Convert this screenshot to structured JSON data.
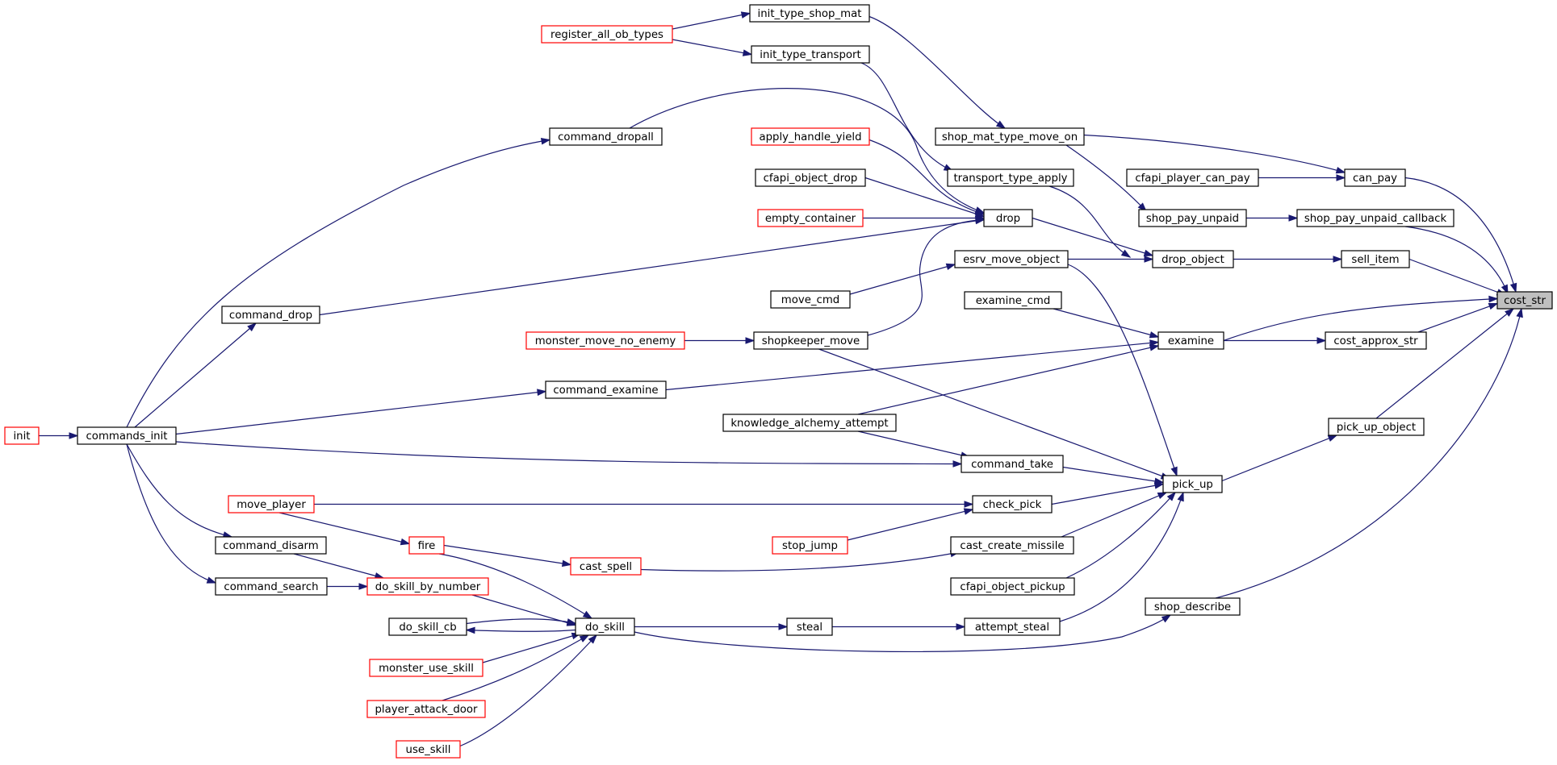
{
  "colors": {
    "edge": "#191970",
    "normal_border": "#000000",
    "truncated_border": "#ff0000",
    "target_fill": "#bfbfbf"
  },
  "nodes": [
    {
      "id": "cost_str",
      "label": "cost_str",
      "style": "target"
    },
    {
      "id": "can_pay",
      "label": "can_pay",
      "style": "normal"
    },
    {
      "id": "shop_pay_unpaid_callback",
      "label": "shop_pay_unpaid_callback",
      "style": "normal"
    },
    {
      "id": "sell_item",
      "label": "sell_item",
      "style": "normal"
    },
    {
      "id": "cost_approx_str",
      "label": "cost_approx_str",
      "style": "normal"
    },
    {
      "id": "pick_up_object",
      "label": "pick_up_object",
      "style": "normal"
    },
    {
      "id": "shop_describe",
      "label": "shop_describe",
      "style": "normal"
    },
    {
      "id": "cfapi_player_can_pay",
      "label": "cfapi_player_can_pay",
      "style": "normal"
    },
    {
      "id": "shop_mat_type_move_on",
      "label": "shop_mat_type_move_on",
      "style": "normal"
    },
    {
      "id": "shop_pay_unpaid",
      "label": "shop_pay_unpaid",
      "style": "normal"
    },
    {
      "id": "drop_object",
      "label": "drop_object",
      "style": "normal"
    },
    {
      "id": "examine",
      "label": "examine",
      "style": "normal"
    },
    {
      "id": "pick_up",
      "label": "pick_up",
      "style": "normal"
    },
    {
      "id": "init_type_shop_mat",
      "label": "init_type_shop_mat",
      "style": "normal"
    },
    {
      "id": "init_type_transport",
      "label": "init_type_transport",
      "style": "normal"
    },
    {
      "id": "register_all_ob_types",
      "label": "register_all_ob_types",
      "style": "red"
    },
    {
      "id": "transport_type_apply",
      "label": "transport_type_apply",
      "style": "normal"
    },
    {
      "id": "drop",
      "label": "drop",
      "style": "normal"
    },
    {
      "id": "esrv_move_object",
      "label": "esrv_move_object",
      "style": "normal"
    },
    {
      "id": "examine_cmd",
      "label": "examine_cmd",
      "style": "normal"
    },
    {
      "id": "command_take",
      "label": "command_take",
      "style": "normal"
    },
    {
      "id": "check_pick",
      "label": "check_pick",
      "style": "normal"
    },
    {
      "id": "cast_create_missile",
      "label": "cast_create_missile",
      "style": "normal"
    },
    {
      "id": "cfapi_object_pickup",
      "label": "cfapi_object_pickup",
      "style": "normal"
    },
    {
      "id": "attempt_steal",
      "label": "attempt_steal",
      "style": "normal"
    },
    {
      "id": "apply_handle_yield",
      "label": "apply_handle_yield",
      "style": "red"
    },
    {
      "id": "cfapi_object_drop",
      "label": "cfapi_object_drop",
      "style": "normal"
    },
    {
      "id": "empty_container",
      "label": "empty_container",
      "style": "red"
    },
    {
      "id": "move_cmd",
      "label": "move_cmd",
      "style": "normal"
    },
    {
      "id": "shopkeeper_move",
      "label": "shopkeeper_move",
      "style": "normal"
    },
    {
      "id": "monster_move_no_enemy",
      "label": "monster_move_no_enemy",
      "style": "red"
    },
    {
      "id": "knowledge_alchemy_attempt",
      "label": "knowledge_alchemy_attempt",
      "style": "normal"
    },
    {
      "id": "stop_jump",
      "label": "stop_jump",
      "style": "red"
    },
    {
      "id": "steal",
      "label": "steal",
      "style": "normal"
    },
    {
      "id": "command_dropall",
      "label": "command_dropall",
      "style": "normal"
    },
    {
      "id": "command_drop",
      "label": "command_drop",
      "style": "normal"
    },
    {
      "id": "command_examine",
      "label": "command_examine",
      "style": "normal"
    },
    {
      "id": "cast_spell",
      "label": "cast_spell",
      "style": "red"
    },
    {
      "id": "do_skill",
      "label": "do_skill",
      "style": "normal"
    },
    {
      "id": "commands_init",
      "label": "commands_init",
      "style": "normal"
    },
    {
      "id": "init",
      "label": "init",
      "style": "red"
    },
    {
      "id": "move_player",
      "label": "move_player",
      "style": "red"
    },
    {
      "id": "fire",
      "label": "fire",
      "style": "red"
    },
    {
      "id": "command_disarm",
      "label": "command_disarm",
      "style": "normal"
    },
    {
      "id": "command_search",
      "label": "command_search",
      "style": "normal"
    },
    {
      "id": "do_skill_by_number",
      "label": "do_skill_by_number",
      "style": "red"
    },
    {
      "id": "do_skill_cb",
      "label": "do_skill_cb",
      "style": "normal"
    },
    {
      "id": "monster_use_skill",
      "label": "monster_use_skill",
      "style": "red"
    },
    {
      "id": "player_attack_door",
      "label": "player_attack_door",
      "style": "red"
    },
    {
      "id": "use_skill",
      "label": "use_skill",
      "style": "red"
    }
  ],
  "edges": [
    {
      "from": "can_pay",
      "to": "cost_str"
    },
    {
      "from": "shop_pay_unpaid_callback",
      "to": "cost_str"
    },
    {
      "from": "sell_item",
      "to": "cost_str"
    },
    {
      "from": "examine",
      "to": "cost_str"
    },
    {
      "from": "cost_approx_str",
      "to": "cost_str"
    },
    {
      "from": "pick_up_object",
      "to": "cost_str"
    },
    {
      "from": "shop_describe",
      "to": "cost_str"
    },
    {
      "from": "cfapi_player_can_pay",
      "to": "can_pay"
    },
    {
      "from": "shop_mat_type_move_on",
      "to": "can_pay"
    },
    {
      "from": "shop_pay_unpaid",
      "to": "shop_pay_unpaid_callback"
    },
    {
      "from": "drop_object",
      "to": "sell_item"
    },
    {
      "from": "examine",
      "to": "cost_approx_str"
    },
    {
      "from": "pick_up",
      "to": "pick_up_object"
    },
    {
      "from": "do_skill",
      "to": "shop_describe"
    },
    {
      "from": "init_type_shop_mat",
      "to": "shop_mat_type_move_on"
    },
    {
      "from": "shop_mat_type_move_on",
      "to": "shop_pay_unpaid"
    },
    {
      "from": "transport_type_apply",
      "to": "drop_object"
    },
    {
      "from": "drop",
      "to": "drop_object"
    },
    {
      "from": "esrv_move_object",
      "to": "drop_object"
    },
    {
      "from": "examine_cmd",
      "to": "examine"
    },
    {
      "from": "command_examine",
      "to": "examine"
    },
    {
      "from": "knowledge_alchemy_attempt",
      "to": "examine"
    },
    {
      "from": "esrv_move_object",
      "to": "pick_up"
    },
    {
      "from": "shopkeeper_move",
      "to": "pick_up"
    },
    {
      "from": "command_take",
      "to": "pick_up"
    },
    {
      "from": "check_pick",
      "to": "pick_up"
    },
    {
      "from": "cast_create_missile",
      "to": "pick_up"
    },
    {
      "from": "cfapi_object_pickup",
      "to": "pick_up"
    },
    {
      "from": "attempt_steal",
      "to": "pick_up"
    },
    {
      "from": "register_all_ob_types",
      "to": "init_type_shop_mat"
    },
    {
      "from": "register_all_ob_types",
      "to": "init_type_transport"
    },
    {
      "from": "init_type_transport",
      "to": "transport_type_apply"
    },
    {
      "from": "command_dropall",
      "to": "drop"
    },
    {
      "from": "apply_handle_yield",
      "to": "drop"
    },
    {
      "from": "cfapi_object_drop",
      "to": "drop"
    },
    {
      "from": "empty_container",
      "to": "drop"
    },
    {
      "from": "command_drop",
      "to": "drop"
    },
    {
      "from": "shopkeeper_move",
      "to": "drop"
    },
    {
      "from": "move_cmd",
      "to": "esrv_move_object"
    },
    {
      "from": "monster_move_no_enemy",
      "to": "shopkeeper_move"
    },
    {
      "from": "knowledge_alchemy_attempt",
      "to": "command_take"
    },
    {
      "from": "commands_init",
      "to": "command_take"
    },
    {
      "from": "move_player",
      "to": "check_pick"
    },
    {
      "from": "stop_jump",
      "to": "check_pick"
    },
    {
      "from": "cast_spell",
      "to": "cast_create_missile"
    },
    {
      "from": "steal",
      "to": "attempt_steal"
    },
    {
      "from": "do_skill",
      "to": "steal"
    },
    {
      "from": "commands_init",
      "to": "command_dropall"
    },
    {
      "from": "commands_init",
      "to": "command_drop"
    },
    {
      "from": "commands_init",
      "to": "command_examine"
    },
    {
      "from": "init",
      "to": "commands_init"
    },
    {
      "from": "commands_init",
      "to": "command_disarm"
    },
    {
      "from": "commands_init",
      "to": "command_search"
    },
    {
      "from": "fire",
      "to": "cast_spell"
    },
    {
      "from": "move_player",
      "to": "fire"
    },
    {
      "from": "fire",
      "to": "do_skill"
    },
    {
      "from": "command_disarm",
      "to": "do_skill_by_number"
    },
    {
      "from": "command_search",
      "to": "do_skill_by_number"
    },
    {
      "from": "do_skill_by_number",
      "to": "do_skill"
    },
    {
      "from": "do_skill_cb",
      "to": "do_skill"
    },
    {
      "from": "do_skill",
      "to": "do_skill_cb"
    },
    {
      "from": "monster_use_skill",
      "to": "do_skill"
    },
    {
      "from": "player_attack_door",
      "to": "do_skill"
    },
    {
      "from": "use_skill",
      "to": "do_skill"
    }
  ]
}
